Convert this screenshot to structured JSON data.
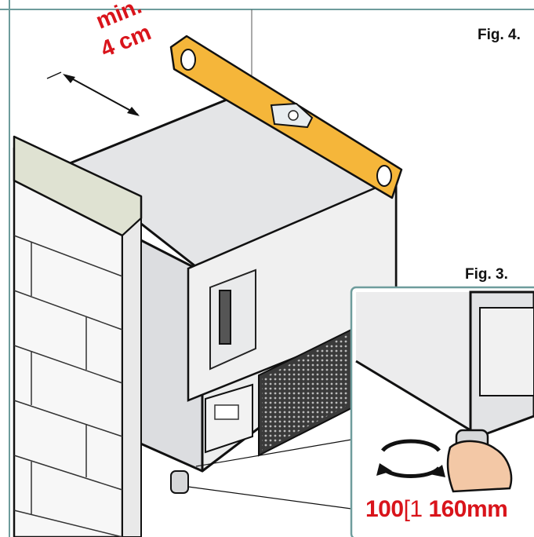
{
  "figure4": {
    "label": "Fig. 4."
  },
  "figure3": {
    "label": "Fig. 3."
  },
  "clearance": {
    "line1": "min.",
    "line2": "4 cm"
  },
  "adjustment": {
    "range_start": "100",
    "range_sep": "[1",
    "range_end": "160mm"
  },
  "colors": {
    "accent_red": "#d9141b",
    "level_yellow": "#f5b63a",
    "frame_teal": "#6e9c9c",
    "wall_cap": "#dfe2d2",
    "appliance": "#e6e7e9"
  }
}
